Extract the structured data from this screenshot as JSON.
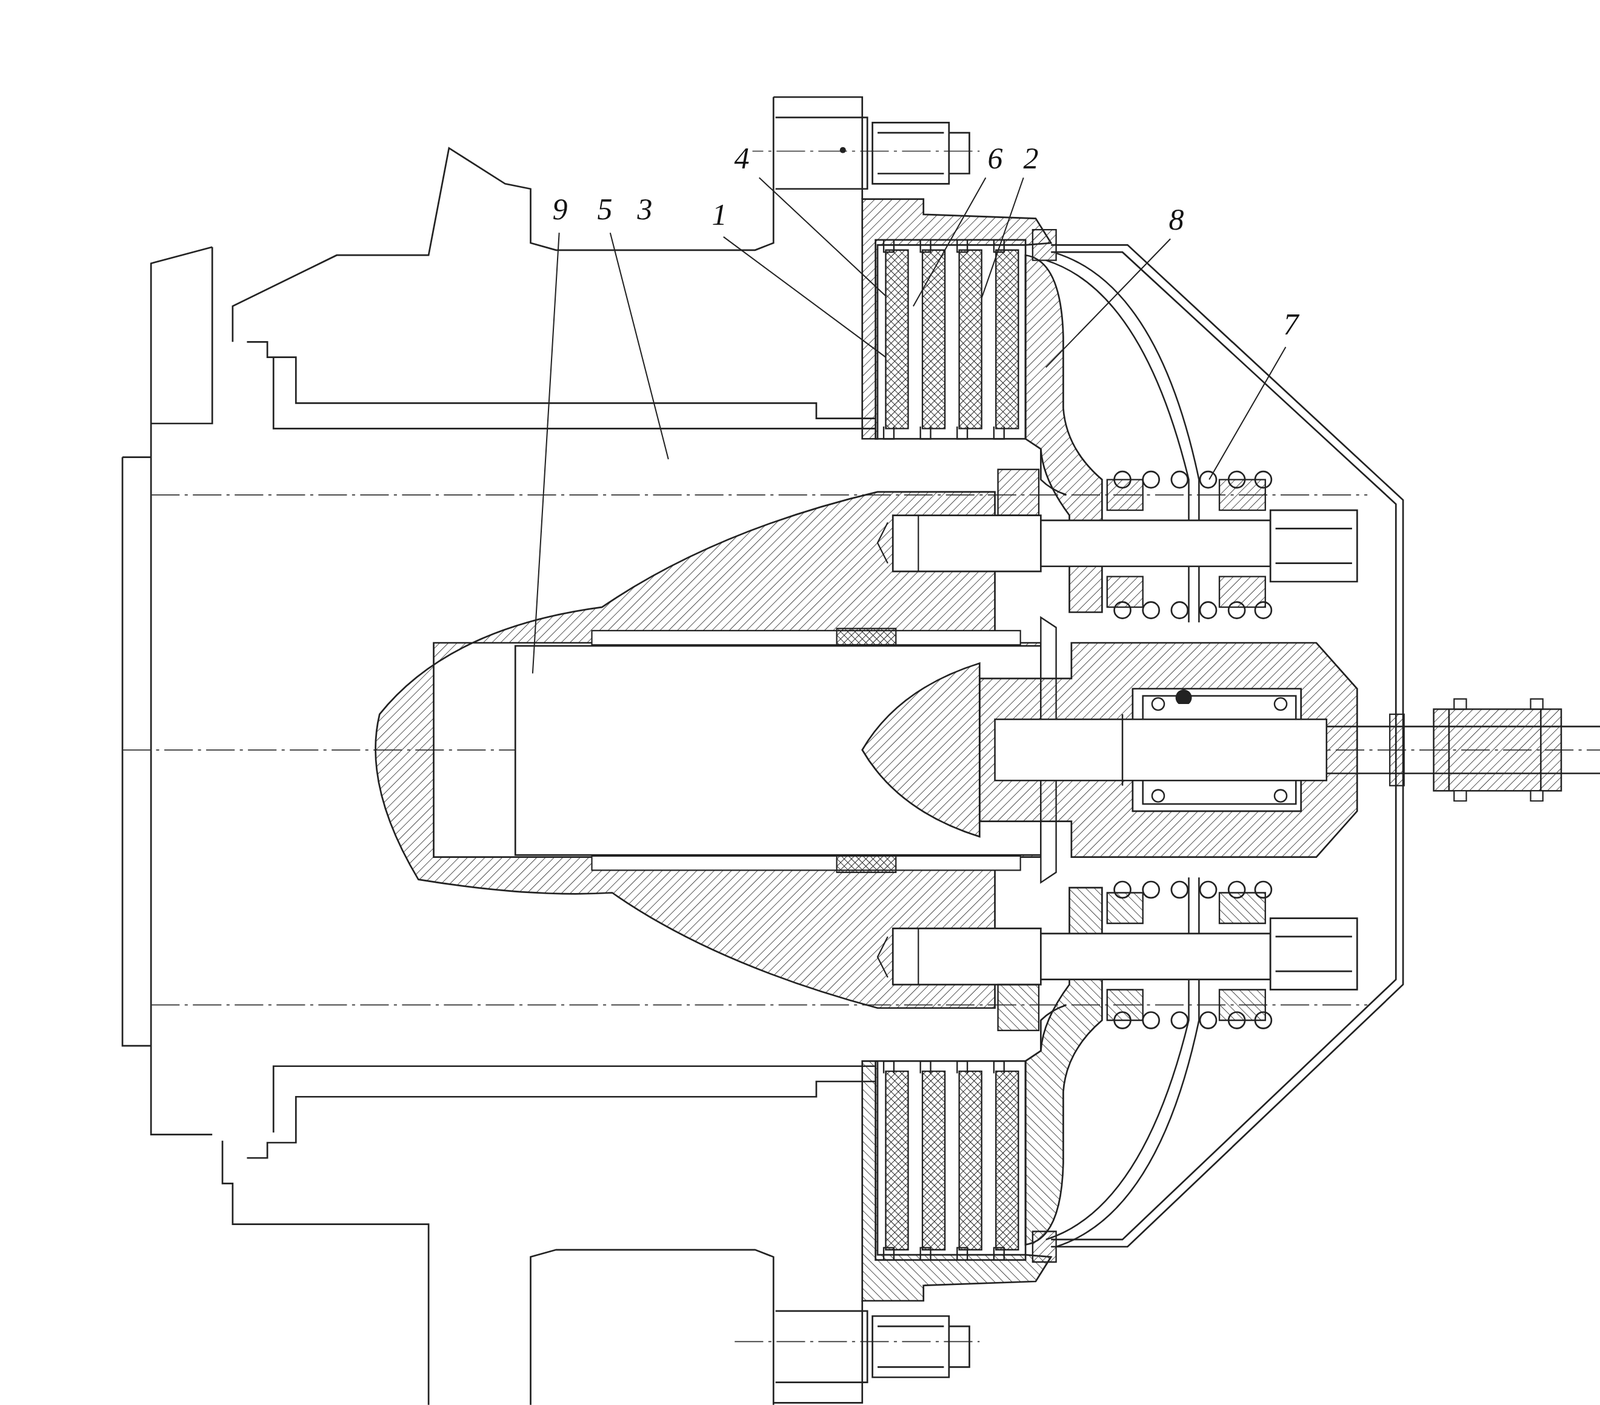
{
  "diagram": {
    "labels": [
      "4",
      "6",
      "2",
      "9",
      "5",
      "3",
      "1",
      "8",
      "7"
    ]
  }
}
